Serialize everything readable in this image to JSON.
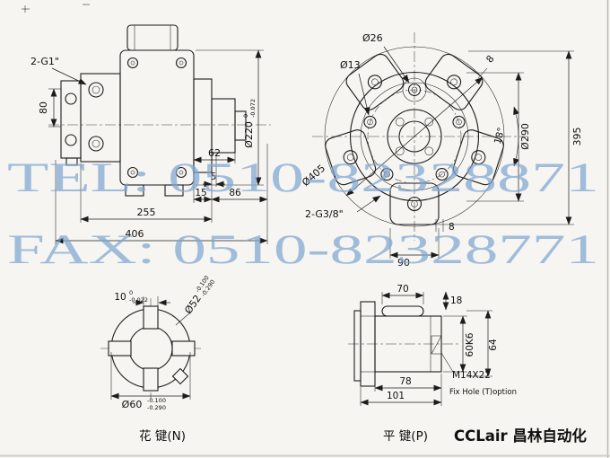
{
  "watermark": {
    "tel": "TEL: 0510-82328871",
    "fax": "FAX: 0510-82328771"
  },
  "side": {
    "port": "2-G1\"",
    "d80": "80",
    "d220": "Ø220",
    "d220t": "0",
    "d220b": "-0.072",
    "d62": "62",
    "d5": "5",
    "d15": "15",
    "d86": "86",
    "d255": "255",
    "d406": "406"
  },
  "front": {
    "d26": "Ø26",
    "d13": "Ø13",
    "d8t": "8",
    "d290": "Ø290",
    "d395": "395",
    "d405": "Ø405",
    "ang": "18°",
    "port": "2-G3/8\"",
    "d8b": "8",
    "d90": "90"
  },
  "spline": {
    "d10": "10",
    "d10t": "0",
    "d10b": "-0.022",
    "d52": "Ø52",
    "d52t": "-0.100",
    "d52b": "-0.290",
    "d60": "Ø60",
    "d60t": "-0.100",
    "d60b": "-0.290",
    "caption": "花 键(N)"
  },
  "key": {
    "d70": "70",
    "d18": "18",
    "d60k6": "60K6",
    "d64": "64",
    "d78": "78",
    "d101": "101",
    "thread": "M14X22",
    "note": "Fix Hole (T)option",
    "caption": "平 键(P)"
  },
  "brand": "CCLair 昌林自动化"
}
